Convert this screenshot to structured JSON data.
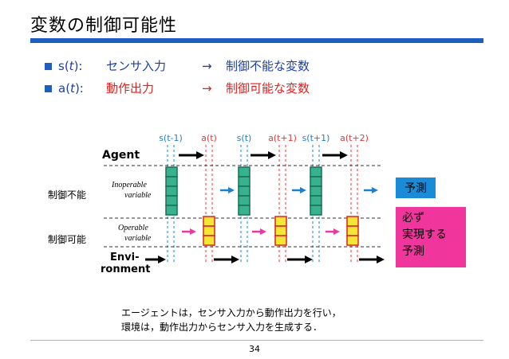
{
  "title": "変数の制御可能性",
  "bullets": [
    {
      "var_prefix": "s(",
      "var_t": "t",
      "var_suffix": "):",
      "a": "センサ入力",
      "arrow": "→",
      "b": "制御不能な変数"
    },
    {
      "var_prefix": "a(",
      "var_t": "t",
      "var_suffix": "):",
      "a": "動作出力",
      "arrow": "→",
      "b": "制御可能な変数"
    }
  ],
  "diagram": {
    "time_labels": [
      "s(t-1)",
      "a(t)",
      "s(t)",
      "a(t+1)",
      "s(t+1)",
      "a(t+2)"
    ],
    "row_labels": {
      "agent": "Agent",
      "inoperable_1": "Inoperable",
      "inoperable_2": "variable",
      "operable_1": "Operable",
      "operable_2": "variable",
      "env_1": "Envi-",
      "env_2": "ronment"
    },
    "colors": {
      "blue": "#1f7fc9",
      "red": "#e03a3a",
      "pink": "#e83aa0",
      "green": "#37b28e",
      "yellow": "#f5e636"
    }
  },
  "side_labels": {
    "uncontrollable": "制御不能",
    "controllable": "制御可能"
  },
  "boxes": {
    "prediction": "予測",
    "must_1": "必ず",
    "must_2": "実現する",
    "must_3": "予測"
  },
  "caption": {
    "line1": "エージェントは，センサ入力から動作出力を行い，",
    "line2": "環境は，動作出力からセンサ入力を生成する．"
  },
  "page_number": "34"
}
